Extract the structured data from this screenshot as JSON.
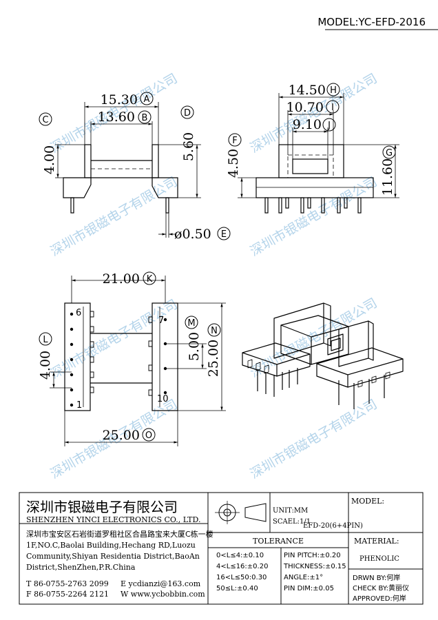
{
  "header": {
    "model": "MODEL:YC-EFD-2016"
  },
  "watermark": "深圳市银磁电子有限公司",
  "colors": {
    "watermark": "#9cc6e4",
    "line": "#000000"
  },
  "views": {
    "side": {
      "dims": {
        "A": "15.30",
        "B": "13.60",
        "C": "4.00",
        "D": "5.60",
        "E": "ø0.50"
      },
      "labels": {
        "A": "A",
        "B": "B",
        "C": "C",
        "D": "D",
        "E": "E"
      }
    },
    "front": {
      "dims": {
        "H": "14.50",
        "I": "10.70",
        "J": "9.10",
        "F": "4.50",
        "G": "11.60"
      },
      "labels": {
        "H": "H",
        "I": "I",
        "J": "J",
        "F": "F",
        "G": "G"
      }
    },
    "top": {
      "dims": {
        "K": "21.00",
        "L": "4.00",
        "M": "5.00",
        "N": "25.00",
        "O": "25.00"
      },
      "labels": {
        "K": "K",
        "L": "L",
        "M": "M",
        "N": "N",
        "O": "O"
      },
      "pins": {
        "p6": "6",
        "p1": "1",
        "p7": "7",
        "p10": "10"
      }
    }
  },
  "title_block": {
    "company_cn": "深圳市银磁电子有限公司",
    "company_en": "SHENZHEN YINCI ELECTRONICS CO., LTD.",
    "address": [
      "深圳市宝安区石岩街道罗租社区合昌路宝来大厦C栋一楼",
      "1F,NO.C,Baolai Building,Hechang RD,Luozu",
      "Community,Shiyan Residentia District,BaoAn",
      "District,ShenZhen,P.R.China"
    ],
    "tel": "T 86-0755-2763 2099",
    "fax": "F 86-0755-2264 2121",
    "email": "E ycdianzi@163.com",
    "web": "W www.ycbobbin.com",
    "unit": "UNIT:MM",
    "scale": "SCAEL:1/1",
    "model_label": "MODEL:",
    "model_value": "EFD-20(6+4PIN)",
    "tolerance_title": "TOLERANCE",
    "tolerance_left": [
      "0<L≤4:±0.10",
      "4<L≤16:±0.20",
      "16<L≤50:0.30",
      "50≤L:±0.40"
    ],
    "tolerance_right": [
      "PIN PITCH:±0.20",
      "THICKNESS:±0.15",
      "ANGLE:±1°",
      "PIN DIM:±0.05"
    ],
    "material_label": "MATERIAL:",
    "material_value": "PHENOLIC",
    "drawn": "DRWN BY:何岸",
    "check": "CHECK BY:黄丽仪",
    "approved": "APPROVED:何岸"
  }
}
